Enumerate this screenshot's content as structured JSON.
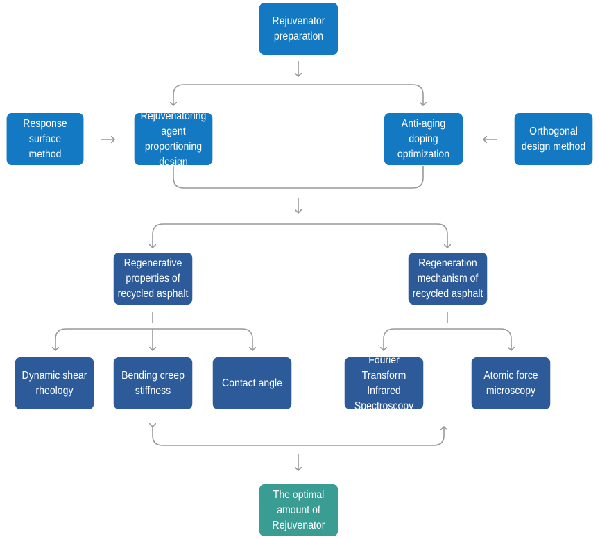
{
  "nodes": {
    "rejuvenator_preparation": "Rejuvenator\npreparation",
    "response_surface_method": "Response surface\nmethod",
    "proportioning_design": "Rejuvenatoring agent\nproportioning design",
    "anti_aging_doping": "Anti-aging doping\noptimization",
    "orthogonal_design": "Orthogonal\ndesign method",
    "regenerative_properties": "Regenerative\nproperties of\nrecycled asphalt",
    "regeneration_mechanism": "Regeneration\nmechanism of\nrecycled asphalt",
    "dynamic_shear_rheology": "Dynamic shear\nrheology",
    "bending_creep_stiffness": "Bending creep\nstiffness",
    "contact_angle": "Contact angle",
    "ftir": "Fourier Transform\nInfrared Spectroscopy",
    "afm": "Atomic force\nmicroscopy",
    "optimal_amount": "The optimal\namount of\nRejuvenator"
  },
  "colors": {
    "primary_blue": "#1279c2",
    "navy": "#2d5b9a",
    "teal": "#3a9d94",
    "connector": "#999999"
  }
}
